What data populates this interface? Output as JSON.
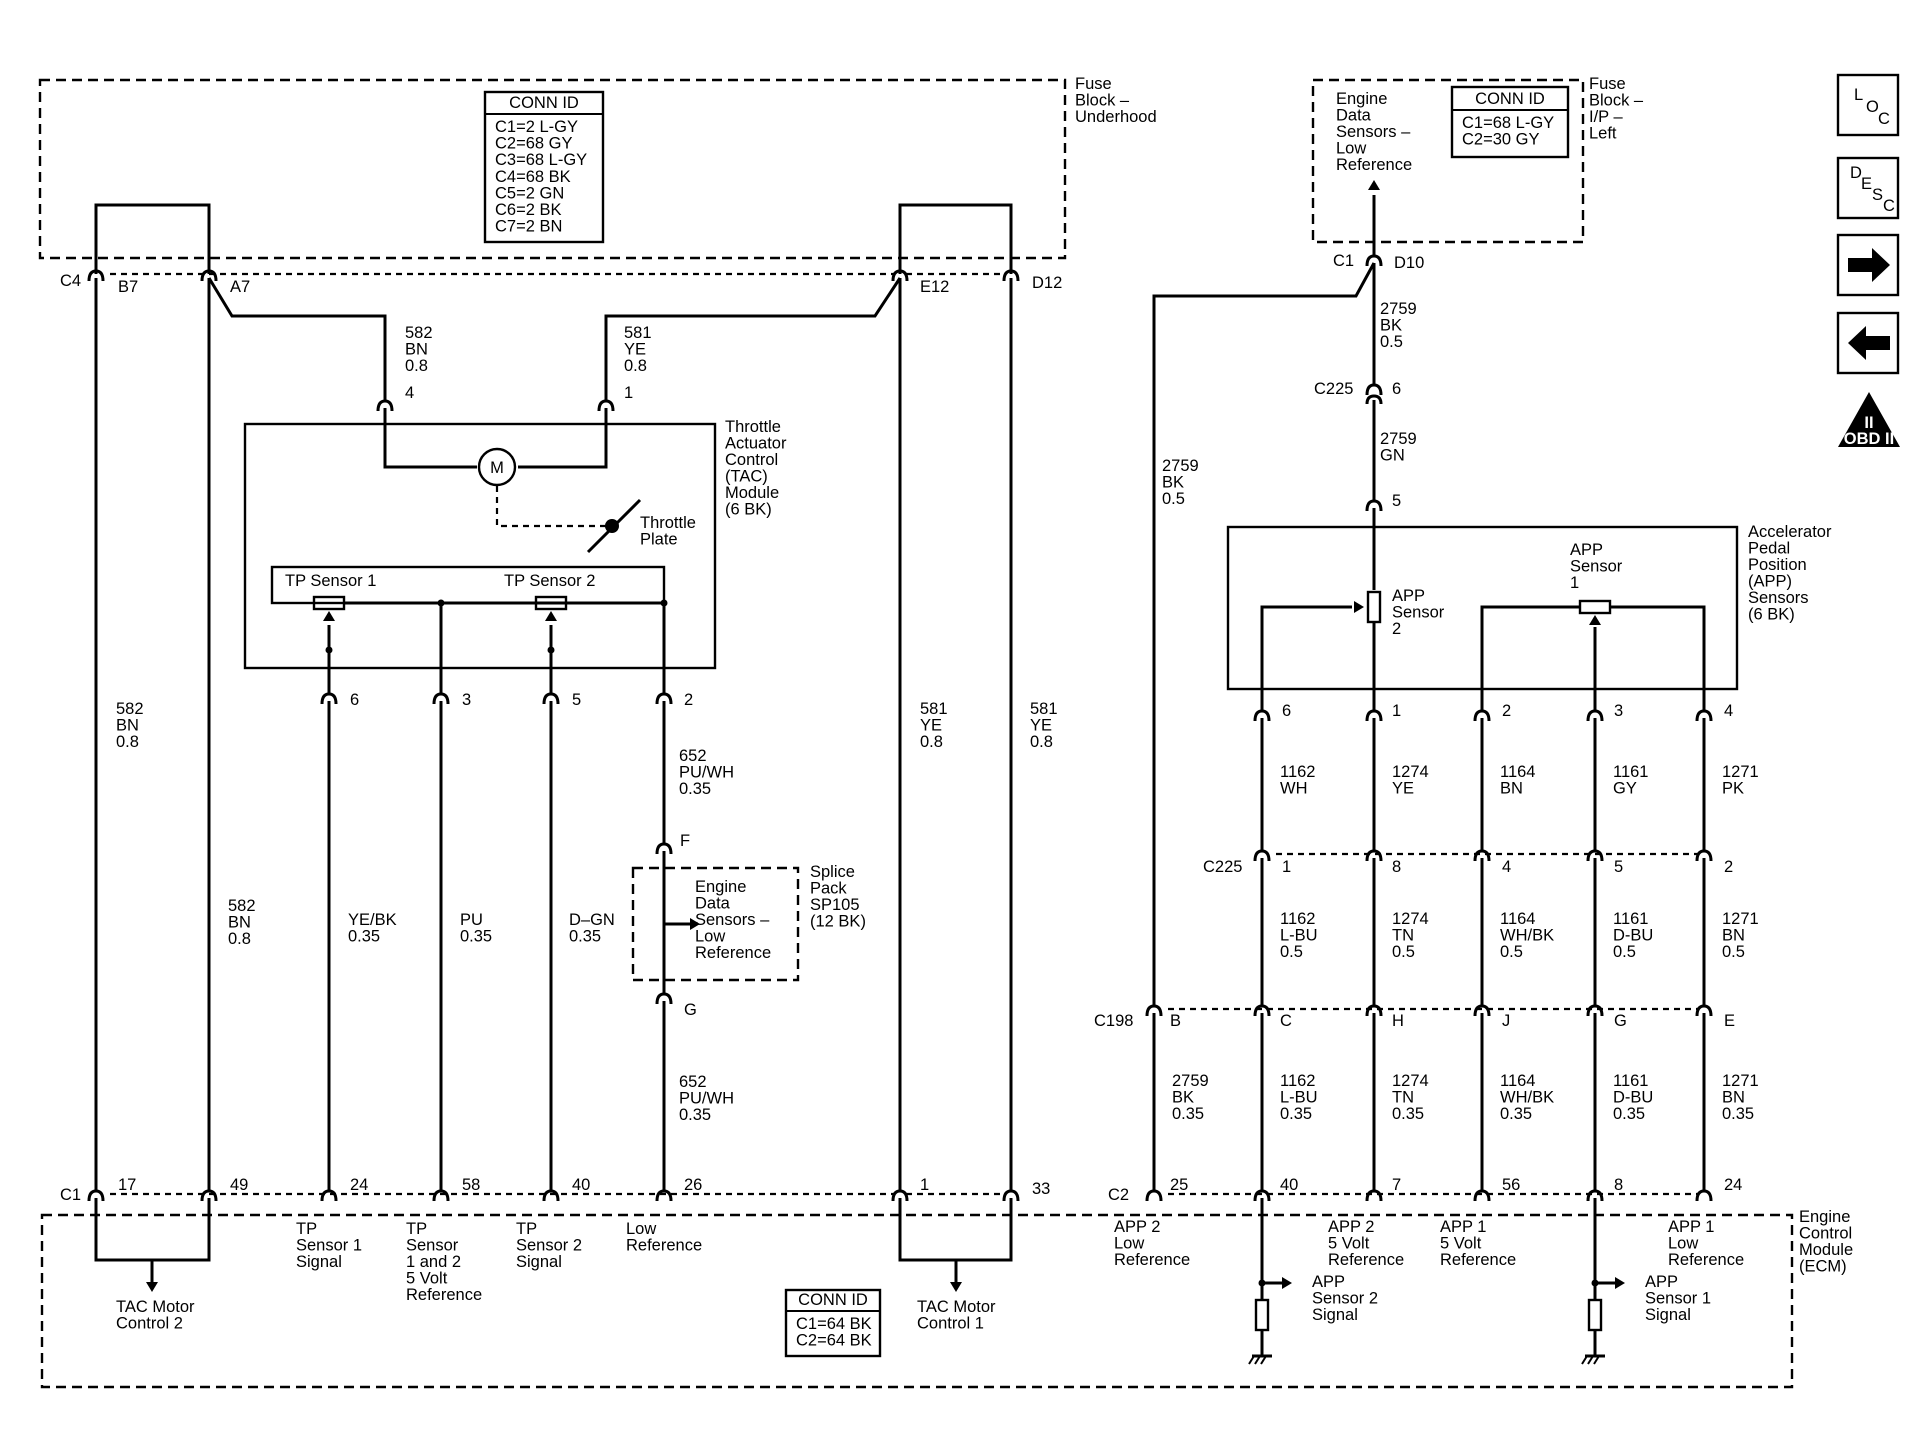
{
  "fuse_block_underhood": {
    "name_lines": [
      "Fuse",
      "Block –",
      "Underhood"
    ],
    "conn_id": {
      "header": "CONN ID",
      "rows": [
        "C1=2 L-GY",
        "C2=68 GY",
        "C3=68 L-GY",
        "C4=68 BK",
        "C5=2 GN",
        "C6=2 BK",
        "C7=2 BN"
      ]
    }
  },
  "fuse_block_ip": {
    "name_lines": [
      "Fuse",
      "Block –",
      "I/P –",
      "Left"
    ],
    "conn_id": {
      "header": "CONN ID",
      "rows": [
        "C1=68 L-GY",
        "C2=30 GY"
      ]
    },
    "engine_data_lines": [
      "Engine",
      "Data",
      "Sensors –",
      "Low",
      "Reference"
    ]
  },
  "connector_labels": {
    "c4": "C4",
    "b7": "B7",
    "a7": "A7",
    "e12": "E12",
    "d12": "D12",
    "c1_ip": "C1",
    "d10": "D10",
    "c225_top": "C225",
    "c225_top_pin": "6",
    "app_pin5": "5",
    "tac_pin4": "4",
    "tac_pin1": "1",
    "tp_pin6": "6",
    "tp_pin3": "3",
    "tp_pin5": "5",
    "tp_pin2": "2",
    "splice_f": "F",
    "splice_g": "G",
    "app_pin6": "6",
    "app_pin1": "1",
    "app_pin2": "2",
    "app_pin3": "3",
    "app_pin4": "4",
    "c225": "C225",
    "c225_p1": "1",
    "c225_p8": "8",
    "c225_p4": "4",
    "c225_p5": "5",
    "c225_p2": "2",
    "c198": "C198",
    "c198_b": "B",
    "c198_c": "C",
    "c198_h": "H",
    "c198_j": "J",
    "c198_g": "G",
    "c198_e": "E",
    "c1_ecm": "C1",
    "p17": "17",
    "p49": "49",
    "p24": "24",
    "p58": "58",
    "p40": "40",
    "p26": "26",
    "p1": "1",
    "p33": "33",
    "c2_ecm": "C2",
    "q25": "25",
    "q40": "40",
    "q7": "7",
    "q56": "56",
    "q8": "8",
    "q24": "24"
  },
  "wire_labels": {
    "w582_top": [
      "582",
      "BN",
      "0.8"
    ],
    "w581_top": [
      "581",
      "YE",
      "0.8"
    ],
    "w582_left": [
      "582",
      "BN",
      "0.8"
    ],
    "w582_a7": [
      "582",
      "BN",
      "0.8"
    ],
    "w_yebk": [
      "YE/BK",
      "0.35"
    ],
    "w_pu": [
      "PU",
      "0.35"
    ],
    "w_dgn": [
      "D–GN",
      "0.35"
    ],
    "w652_top": [
      "652",
      "PU/WH",
      "0.35"
    ],
    "w652_bot": [
      "652",
      "PU/WH",
      "0.35"
    ],
    "w581_e12": [
      "581",
      "YE",
      "0.8"
    ],
    "w581_d12": [
      "581",
      "YE",
      "0.8"
    ],
    "w2759_d10": [
      "2759",
      "BK",
      "0.5"
    ],
    "w2759_gn": [
      "2759",
      "GN"
    ],
    "w2759_left": [
      "2759",
      "BK",
      "0.5"
    ],
    "app_upper": [
      [
        "1162",
        "WH"
      ],
      [
        "1274",
        "YE"
      ],
      [
        "1164",
        "BN"
      ],
      [
        "1161",
        "GY"
      ],
      [
        "1271",
        "PK"
      ]
    ],
    "app_mid": [
      [
        "1162",
        "L-BU",
        "0.5"
      ],
      [
        "1274",
        "TN",
        "0.5"
      ],
      [
        "1164",
        "WH/BK",
        "0.5"
      ],
      [
        "1161",
        "D-BU",
        "0.5"
      ],
      [
        "1271",
        "BN",
        "0.5"
      ]
    ],
    "app_low": [
      [
        "2759",
        "BK",
        "0.35"
      ],
      [
        "1162",
        "L-BU",
        "0.35"
      ],
      [
        "1274",
        "TN",
        "0.35"
      ],
      [
        "1164",
        "WH/BK",
        "0.35"
      ],
      [
        "1161",
        "D-BU",
        "0.35"
      ],
      [
        "1271",
        "BN",
        "0.35"
      ]
    ]
  },
  "tac_module": {
    "name_lines": [
      "Throttle",
      "Actuator",
      "Control",
      "(TAC)",
      "Module",
      "(6 BK)"
    ],
    "motor": "M",
    "throttle_plate": [
      "Throttle",
      "Plate"
    ],
    "tp_sensor_1": "TP Sensor 1",
    "tp_sensor_2": "TP Sensor 2"
  },
  "splice_pack": {
    "name_lines": [
      "Splice",
      "Pack",
      "SP105",
      "(12 BK)"
    ],
    "inner_lines": [
      "Engine",
      "Data",
      "Sensors –",
      "Low",
      "Reference"
    ]
  },
  "app_module": {
    "name_lines": [
      "Accelerator",
      "Pedal",
      "Position",
      "(APP)",
      "Sensors",
      "(6 BK)"
    ],
    "sensor_2": [
      "APP",
      "Sensor",
      "2"
    ],
    "sensor_1": [
      "APP",
      "Sensor",
      "1"
    ]
  },
  "ecm": {
    "name_lines": [
      "Engine",
      "Control",
      "Module",
      "(ECM)"
    ],
    "conn_id": {
      "header": "CONN ID",
      "rows": [
        "C1=64 BK",
        "C2=64 BK"
      ]
    },
    "tac2": [
      "TAC Motor",
      "Control 2"
    ],
    "tac1": [
      "TAC Motor",
      "Control 1"
    ],
    "tp1_signal": [
      "TP",
      "Sensor 1",
      "Signal"
    ],
    "tp_5v": [
      "TP",
      "Sensor",
      "1 and 2",
      "5 Volt",
      "Reference"
    ],
    "tp2_signal": [
      "TP",
      "Sensor 2",
      "Signal"
    ],
    "low_ref": [
      "Low",
      "Reference"
    ],
    "app2_low": [
      "APP 2",
      "Low",
      "Reference"
    ],
    "app2_5v": [
      "APP 2",
      "5 Volt",
      "Reference"
    ],
    "app1_5v": [
      "APP 1",
      "5 Volt",
      "Reference"
    ],
    "app1_low": [
      "APP 1",
      "Low",
      "Reference"
    ],
    "app2_signal": [
      "APP",
      "Sensor 2",
      "Signal"
    ],
    "app1_signal": [
      "APP",
      "Sensor 1",
      "Signal"
    ]
  },
  "nav": {
    "loc": [
      "L",
      "O",
      "C"
    ],
    "desc": [
      "D",
      "E",
      "S",
      "C"
    ],
    "obd": "OBD II",
    "obd_mark": "II"
  }
}
